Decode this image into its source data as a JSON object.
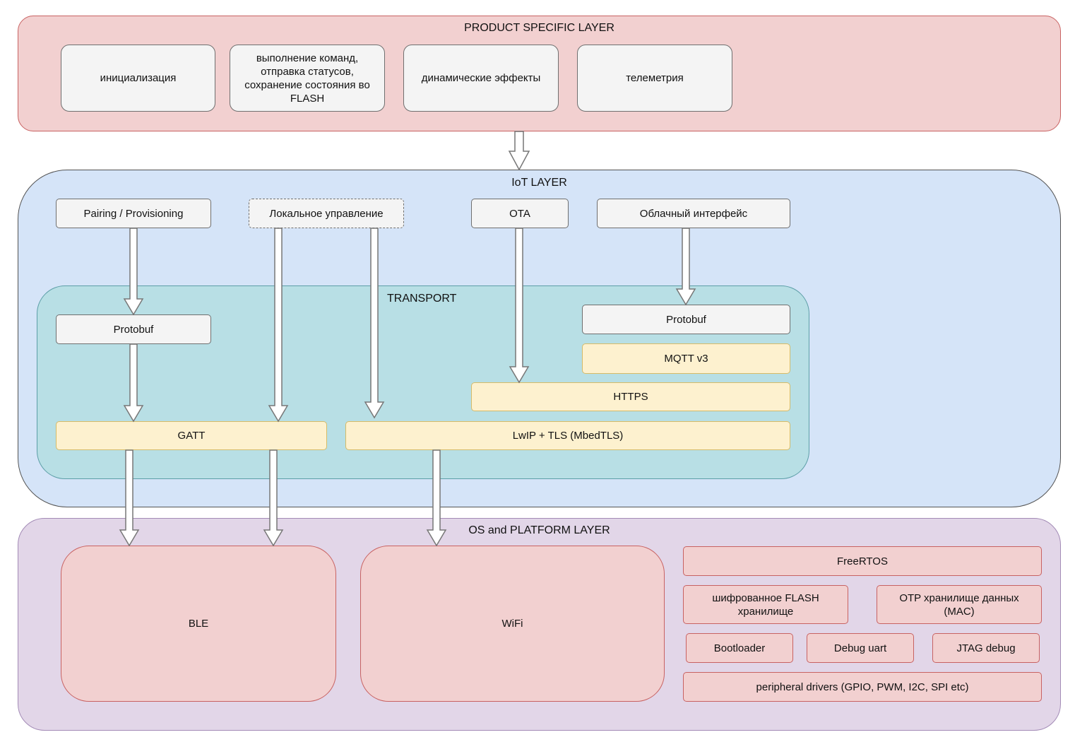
{
  "product_layer": {
    "title": "PRODUCT SPECIFIC LAYER",
    "boxes": [
      "инициализация",
      "выполнение команд, отправка статусов, сохранение состояния во FLASH",
      "динамические эффекты",
      "телеметрия"
    ]
  },
  "iot_layer": {
    "title": "IoT LAYER",
    "boxes": {
      "pairing": "Pairing / Provisioning",
      "local": "Локальное управление",
      "ota": "OTA",
      "cloud": "Облачный интерфейс"
    }
  },
  "transport": {
    "title": "TRANSPORT",
    "protobuf_left": "Protobuf",
    "protobuf_right": "Protobuf",
    "mqtt": "MQTT v3",
    "https": "HTTPS",
    "gatt": "GATT",
    "lwip": "LwIP + TLS (MbedTLS)"
  },
  "os_layer": {
    "title": "OS and PLATFORM LAYER",
    "ble": "BLE",
    "wifi": "WiFi",
    "freertos": "FreeRTOS",
    "flash": "шифрованное FLASH хранилище",
    "otp": "OTP хранилище данных (MAC)",
    "bootloader": "Bootloader",
    "debug_uart": "Debug uart",
    "jtag": "JTAG debug",
    "drivers": "peripheral drivers (GPIO, PWM, I2C, SPI etc)"
  },
  "colors": {
    "product_fill": "#f2d0d0",
    "iot_fill": "#d5e4f8",
    "transport_fill": "#b8dfe5",
    "os_fill": "#e2d6e8",
    "yellow_fill": "#fdf1cf",
    "arrow_fill": "#ffffff",
    "arrow_stroke": "#777777"
  }
}
